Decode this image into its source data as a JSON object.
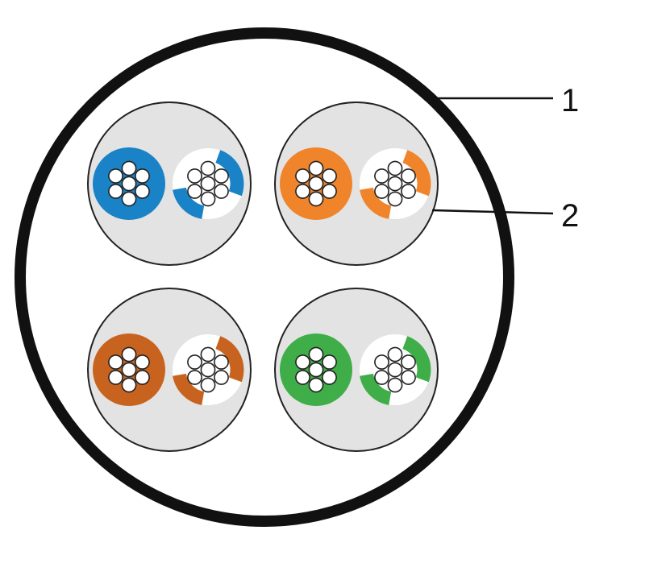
{
  "callouts": [
    {
      "id": "1",
      "label": "1",
      "part": "outer-jacket"
    },
    {
      "id": "2",
      "label": "2",
      "part": "pair-shield"
    }
  ],
  "pairs": [
    {
      "id": "blue",
      "color": "#1a82c6"
    },
    {
      "id": "orange",
      "color": "#f0842a"
    },
    {
      "id": "brown",
      "color": "#c8631f"
    },
    {
      "id": "green",
      "color": "#3fae49"
    }
  ],
  "colors": {
    "jacket_stroke": "#111111",
    "shield_fill": "#e3e3e3",
    "shield_stroke": "#222222",
    "strand_fill": "#ffffff",
    "strand_stroke": "#222222",
    "background": "#ffffff"
  }
}
